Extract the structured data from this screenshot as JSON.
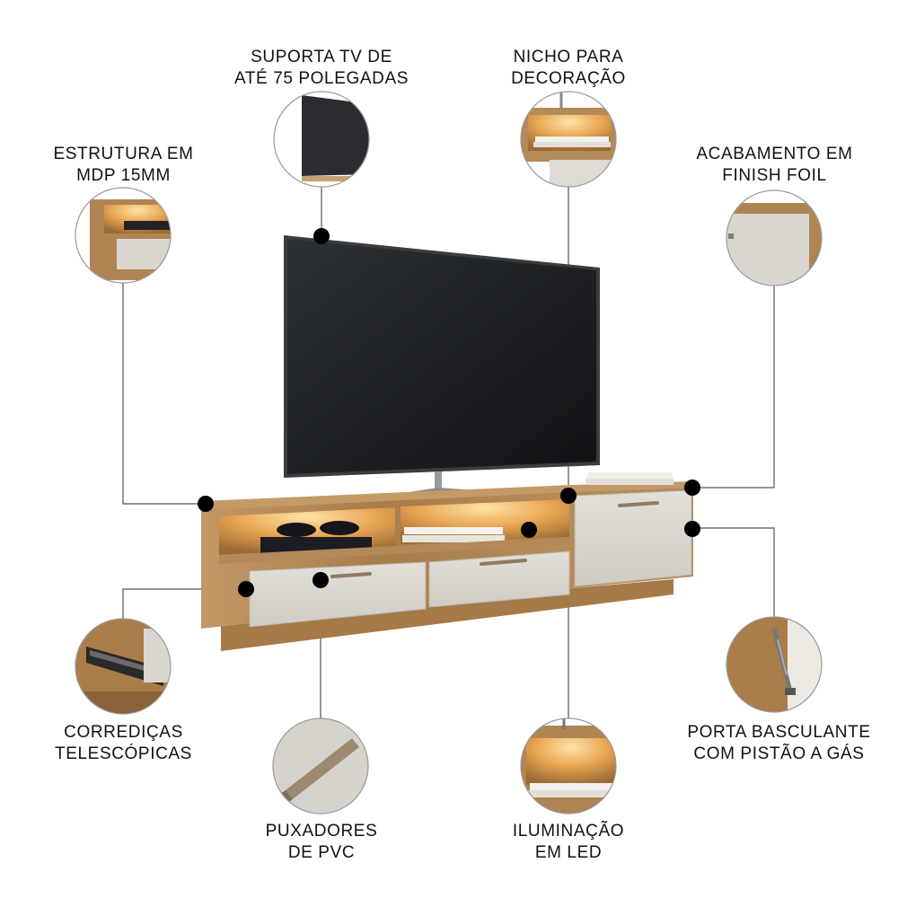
{
  "features": [
    {
      "id": "tv-support",
      "lines": [
        "SUPORTA TV DE",
        "ATÉ 75 POLEGADAS"
      ]
    },
    {
      "id": "decor-niche",
      "lines": [
        "NICHO PARA",
        "DECORAÇÃO"
      ]
    },
    {
      "id": "mdp-structure",
      "lines": [
        "ESTRUTURA EM",
        "MDP 15MM"
      ]
    },
    {
      "id": "finish-foil",
      "lines": [
        "ACABAMENTO EM",
        "FINISH FOIL"
      ]
    },
    {
      "id": "telescopic-slides",
      "lines": [
        "CORREDIÇAS",
        "TELESCÓPICAS"
      ]
    },
    {
      "id": "pvc-handles",
      "lines": [
        "PUXADORES",
        "DE PVC"
      ]
    },
    {
      "id": "led-lighting",
      "lines": [
        "ILUMINAÇÃO",
        "EM LED"
      ]
    },
    {
      "id": "gas-piston-door",
      "lines": [
        "PORTA BASCULANTE",
        "COM PISTÃO A GÁS"
      ]
    }
  ],
  "colors": {
    "wood": "#b08452",
    "wood_dark": "#8a6238",
    "door": "#d9d6cf",
    "screen": "#1f2124",
    "led": "#f0b25a",
    "marker": "#000000",
    "leader": "#555555"
  }
}
